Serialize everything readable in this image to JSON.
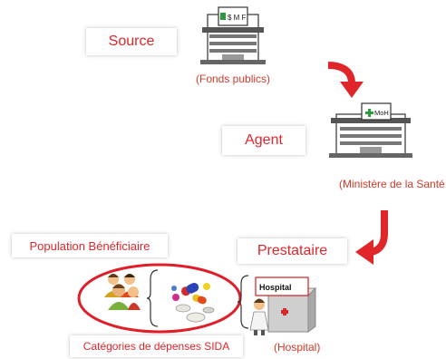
{
  "labels": {
    "source": "Source",
    "agent": "Agent",
    "prestataire": "Prestataire",
    "population": "Population Bénéficiaire",
    "categories": "Catégories de dépenses SIDA"
  },
  "captions": {
    "fonds": "(Fonds publics)",
    "ministere": "(Ministère de la Santé",
    "hospital": "(Hospital)"
  },
  "signs": {
    "mof": "$ M F",
    "moh": "MoH",
    "hospital": "Hospital"
  },
  "colors": {
    "label_text": "#e0262b",
    "arrow": "#e0262b",
    "ellipse": "#e01e2a"
  }
}
